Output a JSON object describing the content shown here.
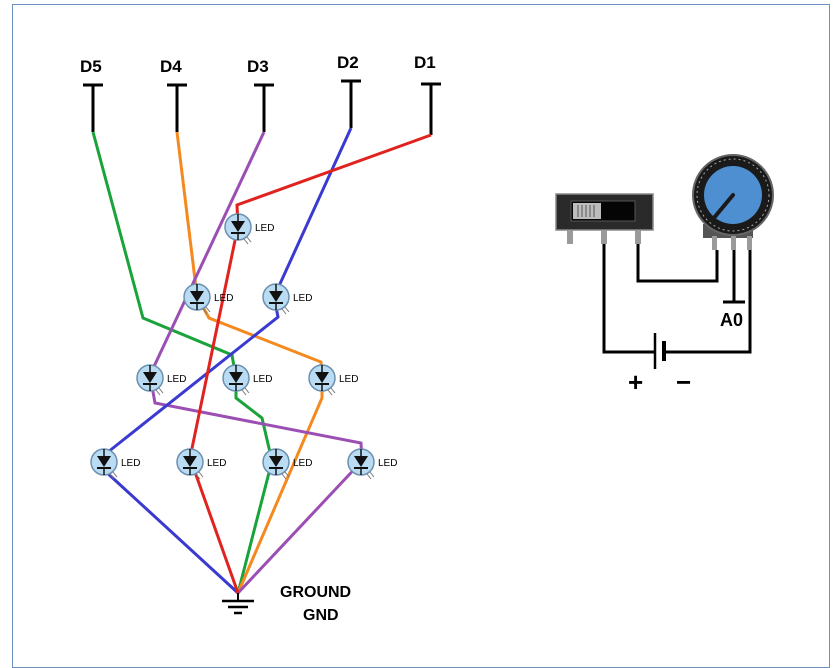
{
  "pins": [
    {
      "label": "D5"
    },
    {
      "label": "D4"
    },
    {
      "label": "D3"
    },
    {
      "label": "D2"
    },
    {
      "label": "D1"
    }
  ],
  "led_label": "LED",
  "ground": {
    "line1": "GROUND",
    "line2": "GND"
  },
  "analog_pin": "A0",
  "battery": {
    "plus": "+",
    "minus": "−"
  },
  "wire_colors": {
    "D5": "#1aa33a",
    "D4": "#f5891f",
    "D3": "#9b4fb3",
    "D2": "#3a3ad0",
    "D1": "#e0231f",
    "black": "#000000"
  },
  "led_color": "#b9dcf3",
  "knob_color": "#4d8fd1"
}
